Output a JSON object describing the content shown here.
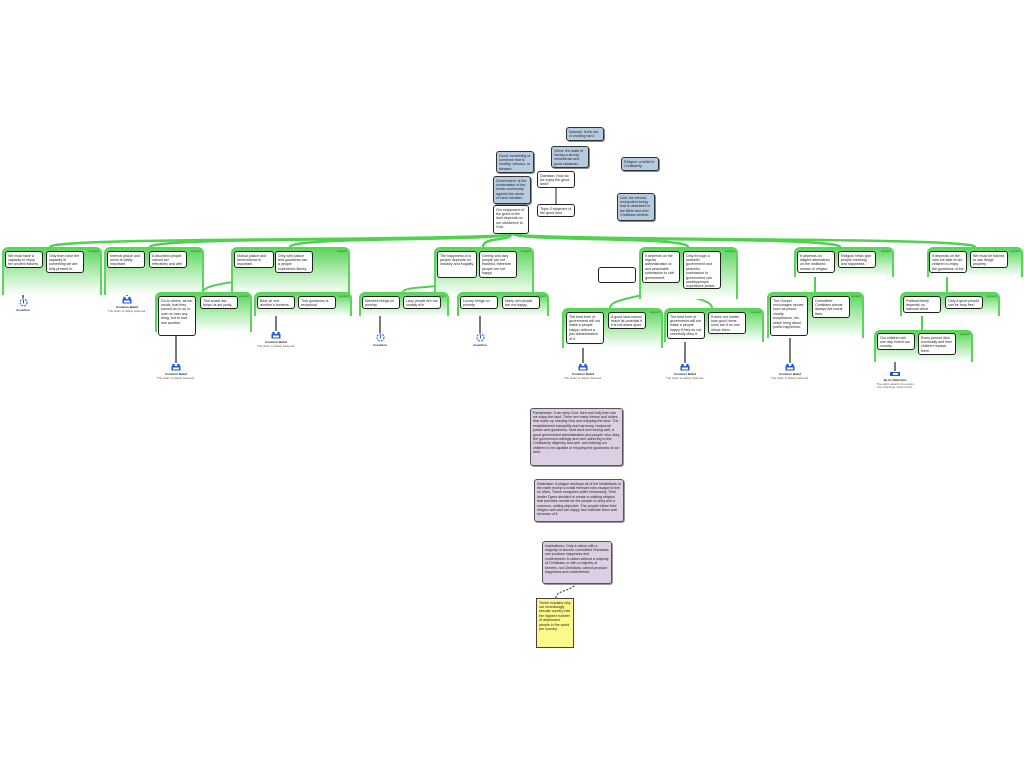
{
  "group_label": "support",
  "basis": {
    "assertion": {
      "title": "Assertion"
    },
    "common": {
      "title": "Common Belief",
      "desc": "The claim is widely believed."
    },
    "definition": {
      "title": "By its Definition",
      "desc": "The claim asserts true given the meanings of the terms."
    }
  },
  "nodes": {
    "def_industry": "Industry: is the act of working hard.",
    "def_virtue": "Virtue: the state of having a strong mind/sense and good character.",
    "def_good": "Good: something or someone that is healthy, virtuous, or blessed.",
    "def_religion": "Religion: a belief in Christianity.",
    "def_government": "Government: is the combination of the whole community against the cause of each member.",
    "def_god": "God: the eternal, omnipotent being that is described in the Bible and who Christians believe.",
    "question": "Question: How do we enjoy the good land?",
    "topic": "Topic: Enjoyment of the good land",
    "main": "Our enjoyment of the good of the land depends on our obedience to God.",
    "r1a": "We must have a capacity to enjoy the ancient fixtures.",
    "r1b": "Only then have the capacity of something we are fully present in.",
    "r2a": "Internal peace and union is vitally important.",
    "r2b": "A disunited people cannot act effectively and with unity.",
    "r3a": "Mutual justice and benevolence is important.",
    "r3b": "Only with justice and goodness can a people experience liberty.",
    "r3c": "Do to others, as we would, that they should do to us; to owe no man any thing, but to love one another.",
    "r3d": "This social law helps us act justly.",
    "r3e": "Bear ye one another's burdens.",
    "r3f": "True goodness is reciprocal.",
    "r4a": "The happiness of a people depends on industry and frugality.",
    "r4b": "Greedy and lazy people are not thankful, therefore people are not happy.",
    "r4c": "Idleness brings on poverty.",
    "r4d": "Lazy people are not usually rich.",
    "r4e": "Luxury brings on poverty.",
    "r4f": "Many rich people are not happy.",
    "empty": "",
    "r5a": "It depends on the regular administration of, and peaceable submission to civil government.",
    "r5b": "Only through a peaceful government and peaceful submission to government can society/people experience peace.",
    "r5c": "The best form of government will not make a people happy, without a just administration of it.",
    "r5d": "A good idea cannot reach its potential if it is not acted upon.",
    "r5e": "The best form of government will not make a people happy if they do not cheerfully obey it.",
    "r5f": "It does not matter how good home rules are if no one obeys them.",
    "r6a": "It depends on diligent attendance on the instituted means of religion.",
    "r6b": "Religion helps give people meaning and happiness.",
    "r6c": "The Gospel encourages virtues such as peace, charity, temperance, etc. which bring about public happiness.",
    "r6d": "Committed Christians almost always live moral lives.",
    "r7a": "It depends on the care we take of our children to enjoy the goodness of the land.",
    "r7b": "We must be trained to use things properly.",
    "r7c": "Political liberty depends on national virtue.",
    "r7d": "Only a good people can be truly free.",
    "r7e": "Our children will one day inherit our country.",
    "r7f": "Every person dies eventually and their children replace them.",
    "paraphrase": "Paraphrase: If we obey God, then and only then can we enjoy the land. There are many virtues and duties that make up obeying God and enjoying the land. The establishment tranquility and harmony, reciprocal justice and goodness, hard work and saving well, a good government administration and people who obey the government willingly and well, adhering to the Christianity diligently and well, and training our children to be capable of enjoying the goodness of our land.",
    "illustration": "Illustration: A plague destroys all of the inhabitants of the earth except a small remnant who escape to live on Mars. These escapees suffer immensely. Their leader Dyms decided to create a unifying religion that provides morals for the people to obey and a common, uniting objective. The people follow their religion well and are happy and cultivate them well because of it.",
    "implications": "Implications: Only a nation with a majority of sincere committed Christians can produce happiness and contentment. A nation without a majority of Christians or with a majority of sinners, not Christians, cannot produce happiness and contentment.",
    "yellow_note": "These explains why our increasingly secular country has the highest number of depressed people in the world per country."
  }
}
